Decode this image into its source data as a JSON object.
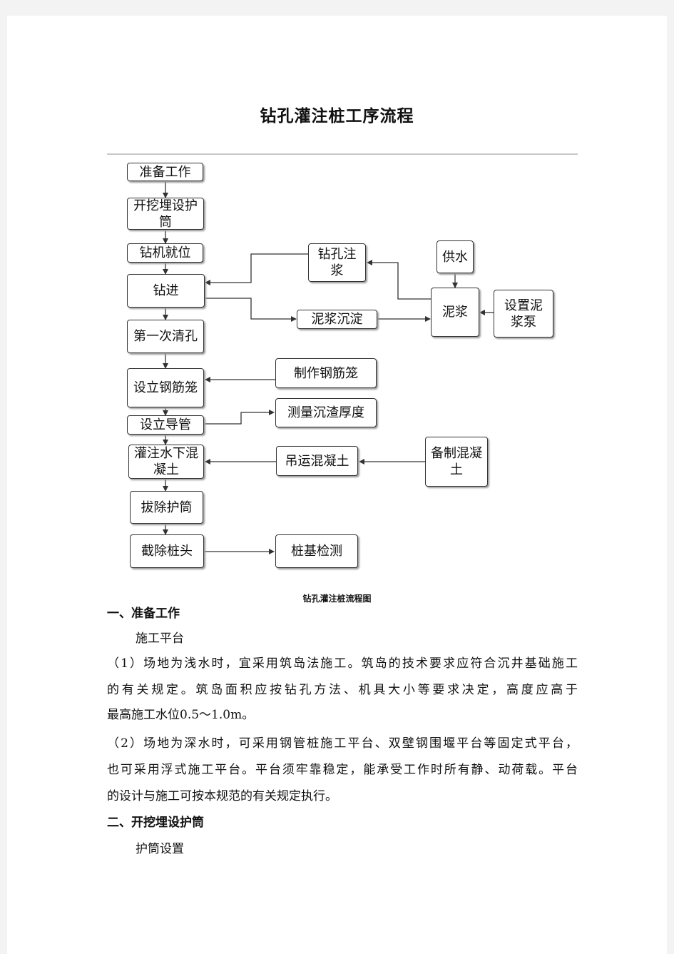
{
  "document": {
    "title": "钻孔灌注桩工序流程",
    "figure_caption": "钻孔灌注桩流程图"
  },
  "flowchart": {
    "prep": "准备工作",
    "casing_install": "开挖埋设护筒",
    "rig_position": "钻机就位",
    "drilling": "钻进",
    "grouting": "钻孔注浆",
    "water_supply": "供水",
    "sedimentation": "泥浆沉淀",
    "mud": "泥浆",
    "mud_pump": "设置泥浆泵",
    "first_clean": "第一次清孔",
    "cage_set": "设立钢筋笼",
    "cage_make": "制作钢筋笼",
    "pipe_set": "设立导管",
    "sediment_measure": "测量沉渣厚度",
    "pour_concrete": "灌注水下混凝土",
    "lift_concrete": "吊运混凝土",
    "prepare_concrete": "备制混凝土",
    "remove_casing": "拔除护筒",
    "cut_pile_head": "截除桩头",
    "pile_test": "桩基检测"
  },
  "sections": [
    {
      "heading": "一、准备工作",
      "subheading": "施工平台",
      "paragraphs": [
        "（1）场地为浅水时，宜采用筑岛法施工。筑岛的技术要求应符合沉井基础施工",
        "的有关规定。筑岛面积应按钻孔方法、机具大小等要求决定，高度应高于",
        "最高施工水位0.5～1.0m。",
        "（2）场地为深水时，可采用钢管桩施工平台、双壁钢围堰平台等固定式平台，",
        "也可采用浮式施工平台。平台须牢靠稳定，能承受工作时所有静、动荷载。平台",
        "的设计与施工可按本规范的有关规定执行。"
      ]
    },
    {
      "heading": "二、开挖埋设护筒",
      "subheading": "护筒设置"
    }
  ]
}
